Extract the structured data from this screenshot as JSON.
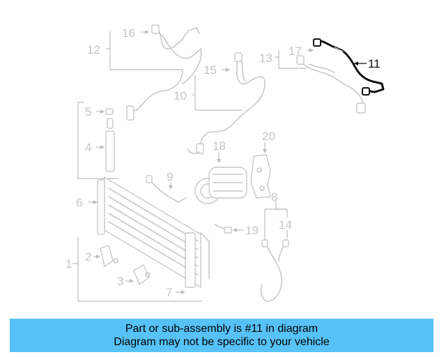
{
  "callouts": {
    "c1": "1",
    "c2": "2",
    "c3": "3",
    "c4": "4",
    "c5": "5",
    "c6": "6",
    "c7": "7",
    "c8": "8",
    "c9": "9",
    "c10": "10",
    "c11": "11",
    "c12": "12",
    "c13": "13",
    "c14": "14",
    "c15": "15",
    "c16": "16",
    "c17": "17",
    "c18": "18",
    "c19": "19",
    "c20": "20"
  },
  "highlight": {
    "part": "11",
    "color": "#111111"
  },
  "banner": {
    "line1": "Part or sub-assembly is #11 in diagram",
    "line2": "Diagram may not be specific to your vehicle",
    "background": "#56c2f7"
  }
}
